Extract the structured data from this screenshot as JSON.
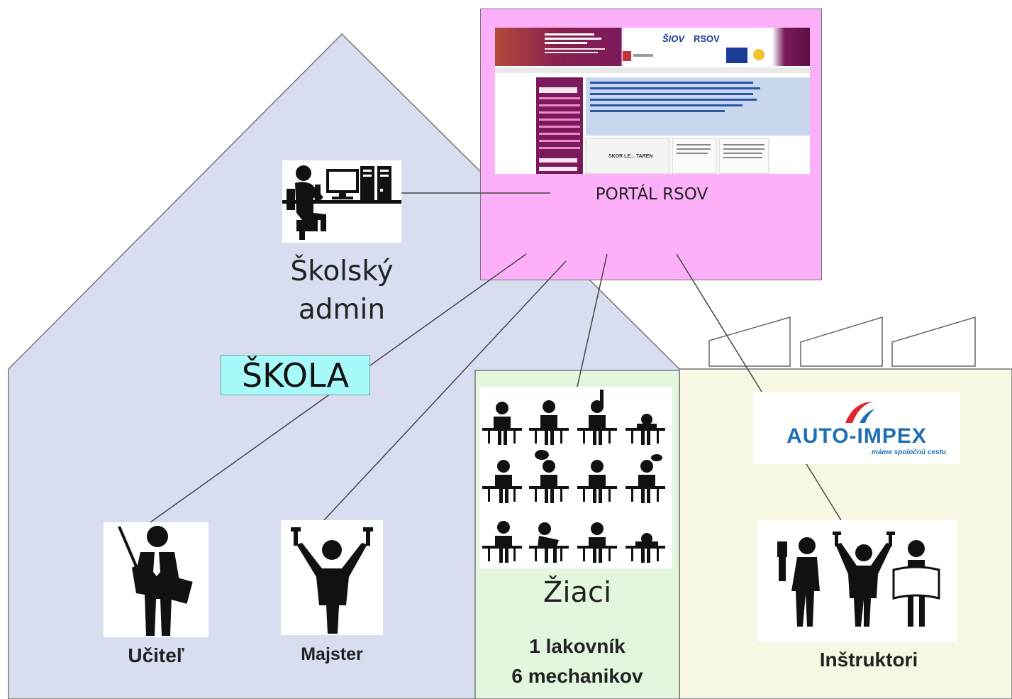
{
  "portal": {
    "title": "PORTÁL RSOV",
    "screenshot": {
      "logos": [
        "ŠIOV",
        "RSOV"
      ],
      "highlight_text": "SKOR LE... TAREN"
    }
  },
  "school": {
    "label": "ŠKOLA",
    "admin_label_line1": "Školský",
    "admin_label_line2": "admin",
    "teacher_label": "Učiteľ",
    "master_label": "Majster"
  },
  "students": {
    "label": "Žiaci",
    "detail_line1": "1 lakovník",
    "detail_line2": "6 mechanikov"
  },
  "company": {
    "logo_text": "AUTO-IMPEX",
    "logo_tagline": "máme spoločnú cestu",
    "instructors_label": "Inštruktori"
  },
  "colors": {
    "school_fill": "#d8def0",
    "portal_fill": "#fdb0fa",
    "students_fill": "#e2f7dd",
    "company_fill": "#f7f7e4",
    "skola_box": "#a8fafa",
    "brand_blue": "#1f6fb5",
    "brand_red": "#e2252c"
  }
}
